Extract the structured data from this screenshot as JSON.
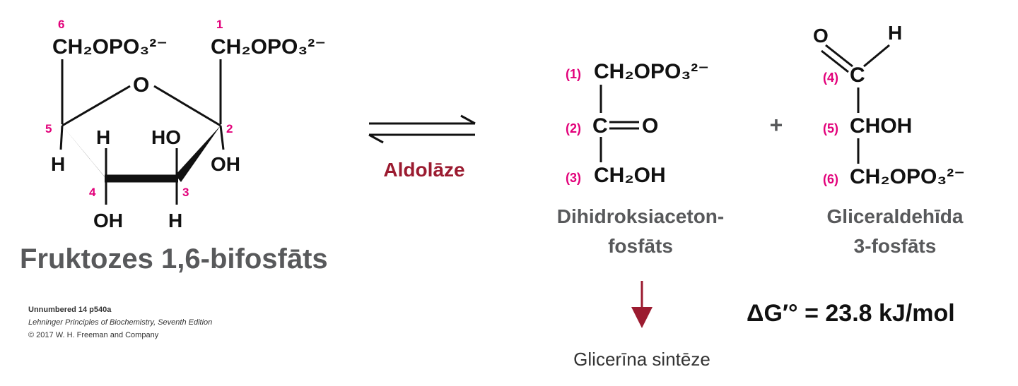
{
  "colors": {
    "locant": "#e2007a",
    "enzyme": "#9b1b30",
    "caption": "#58595b",
    "text": "#111111"
  },
  "fructose": {
    "locants": {
      "c6": "6",
      "c1": "1",
      "c5": "5",
      "c2": "2",
      "c4": "4",
      "c3": "3"
    },
    "groups": {
      "ch2opo3_left": "CH₂OPO₃²⁻",
      "ch2opo3_right": "CH₂OPO₃²⁻",
      "ring_o": "O",
      "h_c5": "H",
      "h_c4_up": "H",
      "ho_c3_up": "HO",
      "oh_c2": "OH",
      "oh_c4_down": "OH",
      "h_c3_down": "H"
    },
    "caption": "Fruktozes 1,6-bifosfāts"
  },
  "enzyme": "Aldolāze",
  "dhap": {
    "locants": [
      "(1)",
      "(2)",
      "(3)"
    ],
    "groups": [
      "CH₂OPO₃²⁻",
      "C",
      "O",
      "CH₂OH"
    ],
    "caption_lines": [
      "Dihidroksiaceton-",
      "fosfāts"
    ]
  },
  "plus": "+",
  "g3p": {
    "top_o": "O",
    "top_h": "H",
    "locants": [
      "(4)",
      "(5)",
      "(6)"
    ],
    "groups": [
      "C",
      "CHOH",
      "CH₂OPO₃²⁻"
    ],
    "caption_lines": [
      "Gliceraldehīda",
      "3-fosfāts"
    ]
  },
  "delta_g": "ΔG′° = 23.8 kJ/mol",
  "branch_label": "Glicerīna sintēze",
  "credits": [
    "Unnumbered 14 p540a",
    "Lehninger Principles of Biochemistry, Seventh Edition",
    "© 2017 W. H. Freeman and Company"
  ]
}
